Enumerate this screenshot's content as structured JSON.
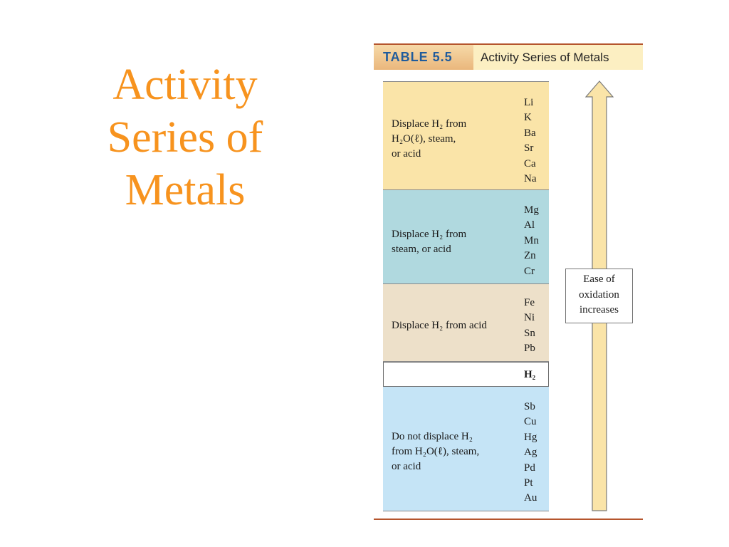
{
  "slide": {
    "title_lines": [
      "Activity",
      "Series of",
      "Metals"
    ]
  },
  "table": {
    "label": "TABLE 5.5",
    "caption": "Activity Series of Metals"
  },
  "bands": [
    {
      "desc_lines": [
        "Displace H₂ from",
        "H₂O(ℓ), steam,",
        "or acid"
      ],
      "metals": [
        "Li",
        "K",
        "Ba",
        "Sr",
        "Ca",
        "Na"
      ]
    },
    {
      "desc_lines": [
        "Displace H₂ from",
        "steam, or acid"
      ],
      "metals": [
        "Mg",
        "Al",
        "Mn",
        "Zn",
        "Cr"
      ]
    },
    {
      "desc_lines": [
        "Displace H₂ from acid"
      ],
      "metals": [
        "Fe",
        "Ni",
        "Sn",
        "Pb"
      ]
    },
    {
      "desc_lines": [],
      "metals": [
        "H₂"
      ]
    },
    {
      "desc_lines": [
        "Do not displace H₂",
        "from H₂O(ℓ), steam,",
        "or acid"
      ],
      "metals": [
        "Sb",
        "Cu",
        "Hg",
        "Ag",
        "Pd",
        "Pt",
        "Au"
      ]
    }
  ],
  "arrow": {
    "label_lines": [
      "Ease of",
      "oxidation",
      "increases"
    ],
    "fill_color": "#fae4a8",
    "stroke_color": "#7a7a7a"
  },
  "colors": {
    "title": "#f7931e",
    "table_rule": "#b5552d",
    "table_label_text": "#1f5b9c"
  }
}
